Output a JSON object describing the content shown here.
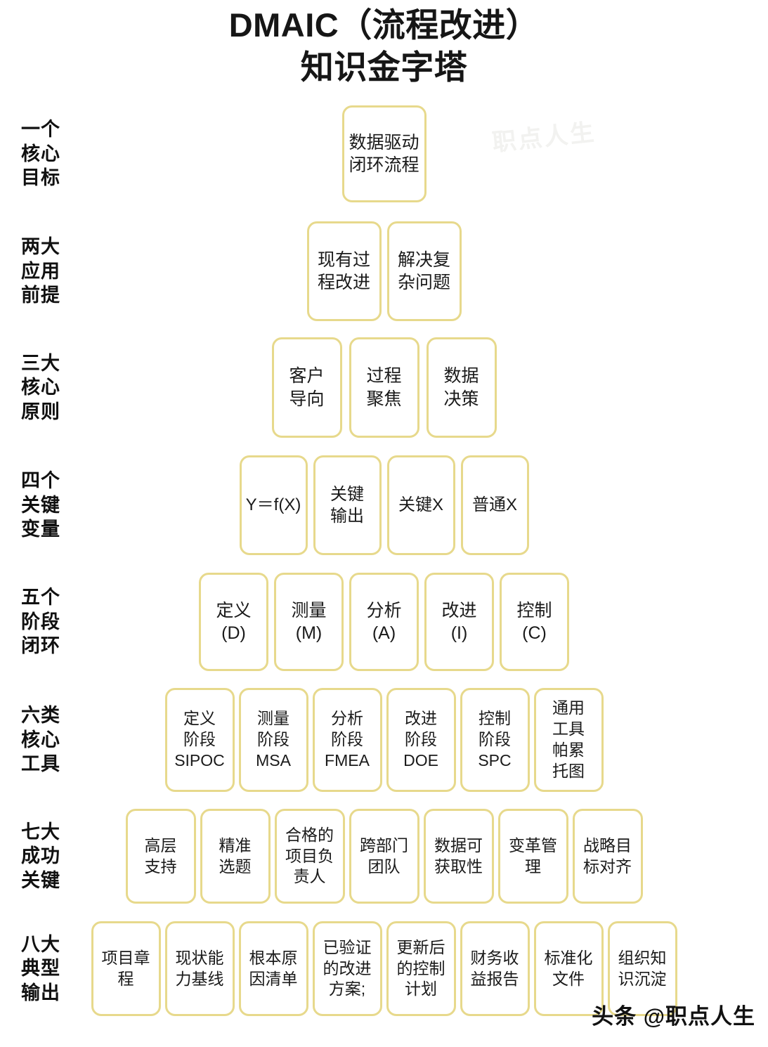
{
  "title": {
    "line1": "DMAIC（流程改进）",
    "line2": "知识金字塔"
  },
  "colors": {
    "box_border": "#e7d98c",
    "text": "#1a1a1a",
    "background": "#ffffff"
  },
  "watermarks": {
    "bottom_right": "头条 @职点人生",
    "faint_top": "职点人生"
  },
  "rows": [
    {
      "label": "一个\n核心\n目标",
      "label_lines": [
        "一个",
        "核心",
        "目标"
      ],
      "count": 1,
      "cells": [
        "数据驱动\n闭环流程"
      ]
    },
    {
      "label": "两大\n应用\n前提",
      "label_lines": [
        "两大",
        "应用",
        "前提"
      ],
      "count": 2,
      "cells": [
        "现有过\n程改进",
        "解决复\n杂问题"
      ]
    },
    {
      "label": "三大\n核心\n原则",
      "label_lines": [
        "三大",
        "核心",
        "原则"
      ],
      "count": 3,
      "cells": [
        "客户\n导向",
        "过程\n聚焦",
        "数据\n决策"
      ]
    },
    {
      "label": "四个\n关键\n变量",
      "label_lines": [
        "四个",
        "关键",
        "变量"
      ],
      "count": 4,
      "cells": [
        "Y＝f(X)",
        "关键\n输出",
        "关键X",
        "普通X"
      ]
    },
    {
      "label": "五个\n阶段\n闭环",
      "label_lines": [
        "五个",
        "阶段",
        "闭环"
      ],
      "count": 5,
      "cells": [
        "定义\n(D)",
        "测量\n(M)",
        "分析\n(A)",
        "改进\n(I)",
        "控制\n(C)"
      ]
    },
    {
      "label": "六类\n核心\n工具",
      "label_lines": [
        "六类",
        "核心",
        "工具"
      ],
      "count": 6,
      "cells": [
        "定义\n阶段\nSIPOC",
        "测量\n阶段\nMSA",
        "分析\n阶段\nFMEA",
        "改进\n阶段\nDOE",
        "控制\n阶段\nSPC",
        "通用\n工具\n帕累\n托图"
      ]
    },
    {
      "label": "七大\n成功\n关键",
      "label_lines": [
        "七大",
        "成功",
        "关键"
      ],
      "count": 7,
      "cells": [
        "高层\n支持",
        "精准\n选题",
        "合格的\n项目负\n责人",
        "跨部门\n团队",
        "数据可\n获取性",
        "变革管\n理",
        "战略目\n标对齐"
      ]
    },
    {
      "label": "八大\n典型\n输出",
      "label_lines": [
        "八大",
        "典型",
        "输出"
      ],
      "count": 8,
      "cells": [
        "项目章\n程",
        "现状能\n力基线",
        "根本原\n因清单",
        "已验证\n的改进\n方案;",
        "更新后\n的控制\n计划",
        "财务收\n益报告",
        "标准化\n文件",
        "组织知\n识沉淀"
      ]
    }
  ]
}
